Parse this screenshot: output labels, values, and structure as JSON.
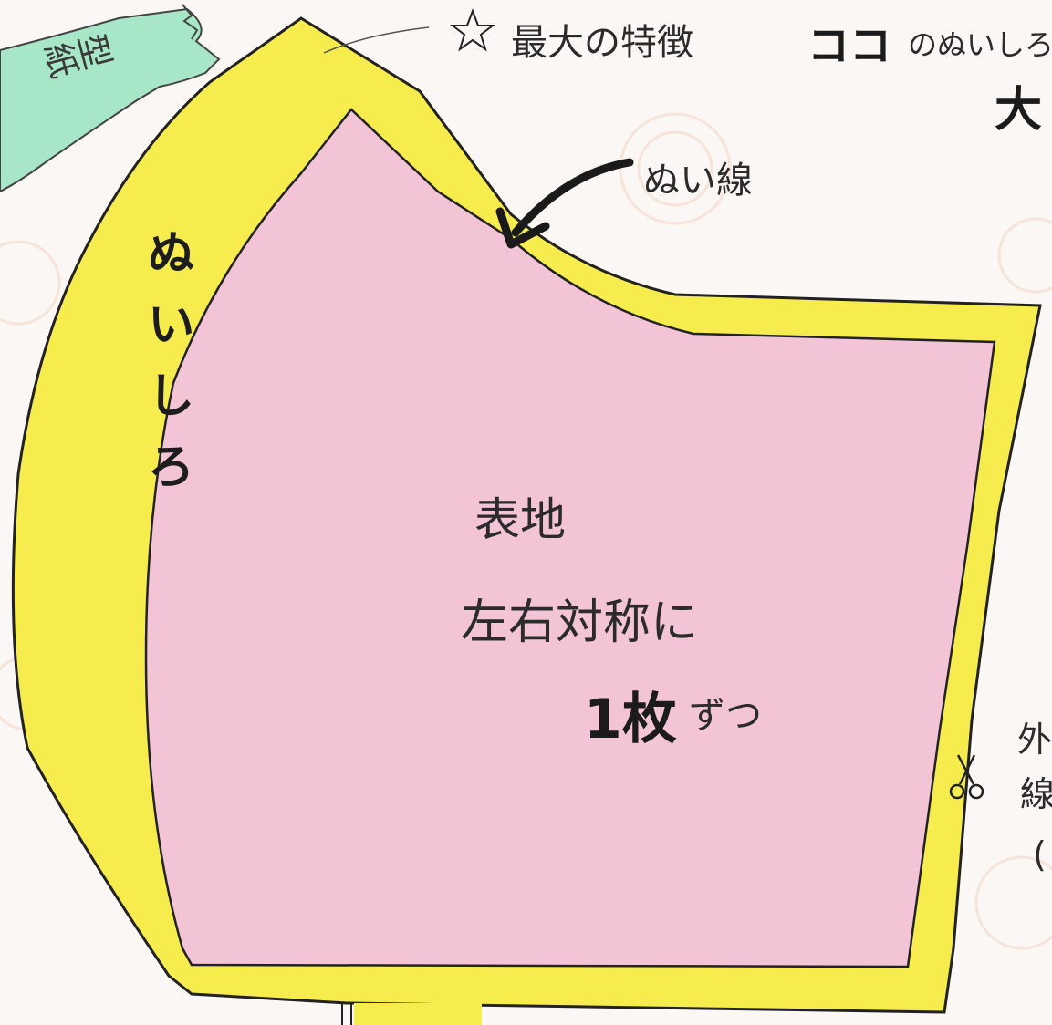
{
  "header": {
    "star": "☆",
    "feature_text": "最大の特徴",
    "emphasis_mark": "ココ",
    "suffix_text": "のぬいしろ",
    "big_char": "大"
  },
  "tab": {
    "label": "型紙"
  },
  "pattern": {
    "seam_line_label": "ぬい線",
    "seam_allowance_label": "ぬいしろ",
    "fabric_label": "表地",
    "symmetry_label": "左右対称に",
    "count_label": "1枚",
    "count_suffix": "ずつ"
  },
  "side_note": {
    "line1": "外",
    "line2": "線",
    "line3": "("
  },
  "icons": [
    "star-icon",
    "scissors-icon",
    "arrow-icon"
  ],
  "colors": {
    "background": "#fbf7f4",
    "seam_allowance": "#f6ec4e",
    "fabric": "#f3c4d6",
    "tab": "#a8e6c8",
    "ink": "#222222"
  }
}
